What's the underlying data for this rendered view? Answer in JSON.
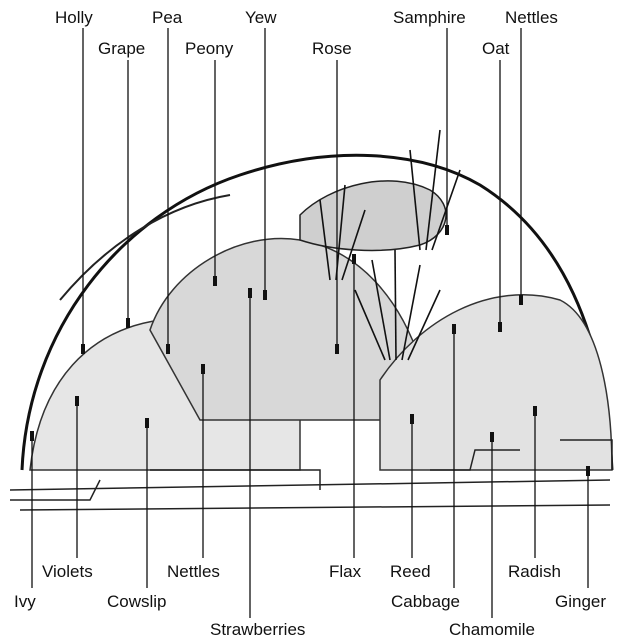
{
  "colors": {
    "ink": "#111111",
    "paper": "#ffffff"
  },
  "labels": {
    "holly": "Holly",
    "pea": "Pea",
    "yew": "Yew",
    "grape": "Grape",
    "peony": "Peony",
    "rose": "Rose",
    "samphire": "Samphire",
    "nettles_top": "Nettles",
    "oat": "Oat",
    "violets": "Violets",
    "nettles_bottom": "Nettles",
    "flax": "Flax",
    "reed": "Reed",
    "radish": "Radish",
    "ivy": "Ivy",
    "cowslip": "Cowslip",
    "cabbage": "Cabbage",
    "ginger": "Ginger",
    "strawberries": "Strawberries",
    "chamomile": "Chamomile"
  }
}
